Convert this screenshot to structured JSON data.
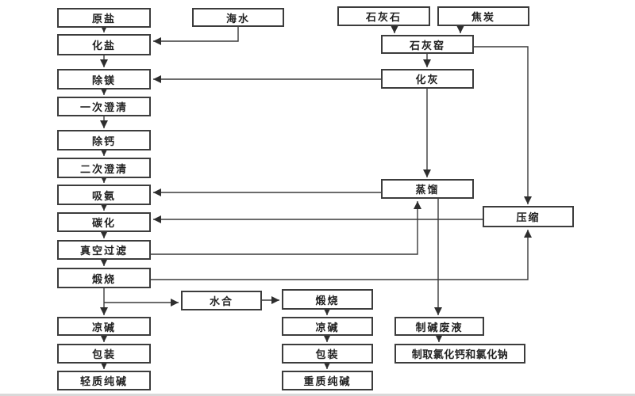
{
  "diagram": {
    "description": "Soda ash (Solvay/Hou) production process flowchart",
    "nodes": {
      "raw_salt": {
        "label": "原盐"
      },
      "seawater": {
        "label": "海水"
      },
      "limestone": {
        "label": "石灰石"
      },
      "coke": {
        "label": "焦炭"
      },
      "dissolve_salt": {
        "label": "化盐"
      },
      "lime_kiln": {
        "label": "石灰窑"
      },
      "remove_magnesium": {
        "label": "除镁"
      },
      "lime_slaking": {
        "label": "化灰"
      },
      "first_clarification": {
        "label": "一次澄清"
      },
      "remove_calcium": {
        "label": "除钙"
      },
      "second_clarification": {
        "label": "二次澄清"
      },
      "ammonia_absorption": {
        "label": "吸氨"
      },
      "distillation": {
        "label": "蒸馏"
      },
      "carbonation": {
        "label": "碳化"
      },
      "compression": {
        "label": "压缩"
      },
      "vacuum_filtration": {
        "label": "真空过滤"
      },
      "calcination_light": {
        "label": "煅烧"
      },
      "hydration": {
        "label": "水合"
      },
      "calcination_dense": {
        "label": "煅烧"
      },
      "soda_cooling_light": {
        "label": "凉碱"
      },
      "soda_cooling_dense": {
        "label": "凉碱"
      },
      "waste_liquid": {
        "label": "制碱废液"
      },
      "packing_light": {
        "label": "包装"
      },
      "packing_dense": {
        "label": "包装"
      },
      "produce_cacl2_nacl": {
        "label": "制取氯化钙和氯化钠"
      },
      "light_soda_ash": {
        "label": "轻质纯碱"
      },
      "dense_soda_ash": {
        "label": "重质纯碱"
      }
    },
    "edges": [
      {
        "from": "raw_salt",
        "to": "dissolve_salt"
      },
      {
        "from": "seawater",
        "to": "dissolve_salt"
      },
      {
        "from": "dissolve_salt",
        "to": "remove_magnesium"
      },
      {
        "from": "remove_magnesium",
        "to": "first_clarification"
      },
      {
        "from": "first_clarification",
        "to": "remove_calcium"
      },
      {
        "from": "remove_calcium",
        "to": "second_clarification"
      },
      {
        "from": "second_clarification",
        "to": "ammonia_absorption"
      },
      {
        "from": "ammonia_absorption",
        "to": "carbonation"
      },
      {
        "from": "carbonation",
        "to": "vacuum_filtration"
      },
      {
        "from": "vacuum_filtration",
        "to": "calcination_light"
      },
      {
        "from": "calcination_light",
        "to": "soda_cooling_light"
      },
      {
        "from": "calcination_light",
        "to": "hydration"
      },
      {
        "from": "soda_cooling_light",
        "to": "packing_light"
      },
      {
        "from": "packing_light",
        "to": "light_soda_ash"
      },
      {
        "from": "hydration",
        "to": "calcination_dense"
      },
      {
        "from": "calcination_dense",
        "to": "soda_cooling_dense"
      },
      {
        "from": "soda_cooling_dense",
        "to": "packing_dense"
      },
      {
        "from": "packing_dense",
        "to": "dense_soda_ash"
      },
      {
        "from": "limestone",
        "to": "lime_kiln"
      },
      {
        "from": "coke",
        "to": "lime_kiln"
      },
      {
        "from": "lime_kiln",
        "to": "lime_slaking"
      },
      {
        "from": "lime_kiln",
        "to": "compression"
      },
      {
        "from": "lime_slaking",
        "to": "remove_magnesium"
      },
      {
        "from": "lime_slaking",
        "to": "distillation"
      },
      {
        "from": "distillation",
        "to": "ammonia_absorption"
      },
      {
        "from": "compression",
        "to": "carbonation"
      },
      {
        "from": "vacuum_filtration",
        "to": "distillation"
      },
      {
        "from": "calcination_light",
        "to": "compression"
      },
      {
        "from": "distillation",
        "to": "waste_liquid"
      },
      {
        "from": "waste_liquid",
        "to": "produce_cacl2_nacl"
      }
    ],
    "colors": {
      "background": "#ffffff",
      "box_border": "#3c3c3c",
      "line": "#3a3a3a",
      "arrowhead": "#2e2e2e",
      "text": "#222222"
    }
  }
}
